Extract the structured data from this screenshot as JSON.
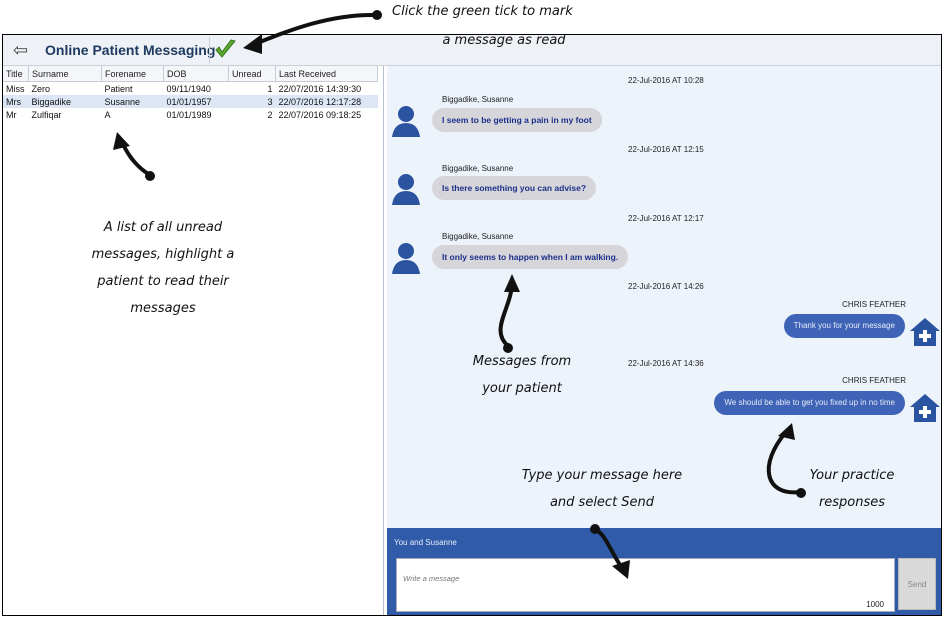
{
  "toolbar": {
    "title": "Online Patient Messaging",
    "back_icon": "arrow-left-icon",
    "tick_icon": "green-check-icon"
  },
  "patient_list": {
    "columns": [
      "Title",
      "Surname",
      "Forename",
      "DOB",
      "Unread",
      "Last Received"
    ],
    "rows": [
      {
        "title": "Miss",
        "surname": "Zero",
        "forename": "Patient",
        "dob": "09/11/1940",
        "unread": "1",
        "last": "22/07/2016 14:39:30"
      },
      {
        "title": "Mrs",
        "surname": "Biggadike",
        "forename": "Susanne",
        "dob": "01/01/1957",
        "unread": "3",
        "last": "22/07/2016 12:17:28"
      },
      {
        "title": "Mr",
        "surname": "Zulfiqar",
        "forename": "A",
        "dob": "01/01/1989",
        "unread": "2",
        "last": "22/07/2016 09:18:25"
      }
    ]
  },
  "chat": {
    "messages": [
      {
        "time": "22-Jul-2016 AT 10:28",
        "sender": "Biggadike, Susanne",
        "text": "I seem to be getting a pain in my foot"
      },
      {
        "time": "22-Jul-2016 AT 12:15",
        "sender": "Biggadike, Susanne",
        "text": "Is there something you can advise?"
      },
      {
        "time": "22-Jul-2016 AT 12:17",
        "sender": "Biggadike, Susanne",
        "text": "It only seems to happen when I am walking."
      },
      {
        "time": "22-Jul-2016 AT 14:26",
        "sender": "CHRIS FEATHER",
        "text": "Thank you for your message"
      },
      {
        "time": "22-Jul-2016 AT 14:36",
        "sender": "CHRIS FEATHER",
        "text": "We should be able to get you fixed up in no time"
      }
    ],
    "compose": {
      "title": "You and Susanne",
      "placeholder": "Write a message",
      "counter": "1000",
      "send_label": "Send"
    }
  },
  "annotations": {
    "tick_line1": "Click the green tick to mark",
    "tick_line2": "a message as read",
    "list_1": "A list of all unread",
    "list_2": "messages, highlight a",
    "list_3": "patient to read their",
    "list_4": "messages",
    "patient_1": "Messages from",
    "patient_2": "your patient",
    "type_1": "Type your message here",
    "type_2": "and select Send",
    "practice_1": "Your practice",
    "practice_2": "responses"
  },
  "colors": {
    "accent": "#2f5ba8",
    "outgoing_bubble": "#3f63b6",
    "incoming_bubble": "#d5d5da",
    "tick": "#5aa832"
  }
}
